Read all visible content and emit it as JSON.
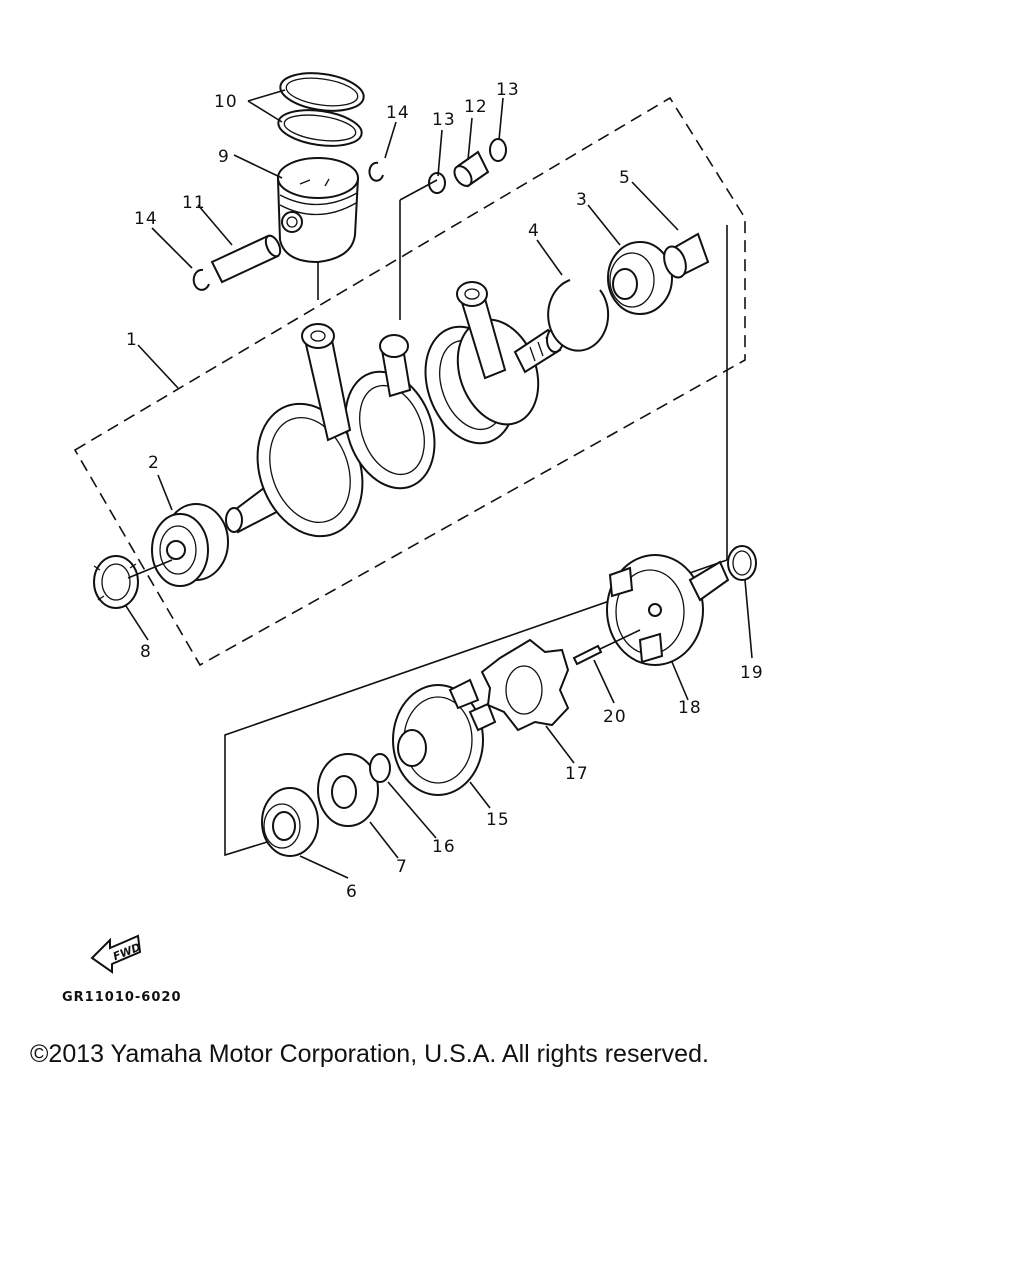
{
  "labels": {
    "p1": "1",
    "p2": "2",
    "p3": "3",
    "p4": "4",
    "p5": "5",
    "p6": "6",
    "p7": "7",
    "p8": "8",
    "p9": "9",
    "p10": "10",
    "p11": "11",
    "p12": "12",
    "p13a": "13",
    "p13b": "13",
    "p14a": "14",
    "p14b": "14",
    "p15": "15",
    "p16": "16",
    "p17": "17",
    "p18": "18",
    "p19": "19",
    "p20": "20"
  },
  "fwd_badge": "FWD",
  "diagram_code": "GR11010-6020",
  "copyright": "©2013 Yamaha Motor Corporation, U.S.A. All rights reserved."
}
